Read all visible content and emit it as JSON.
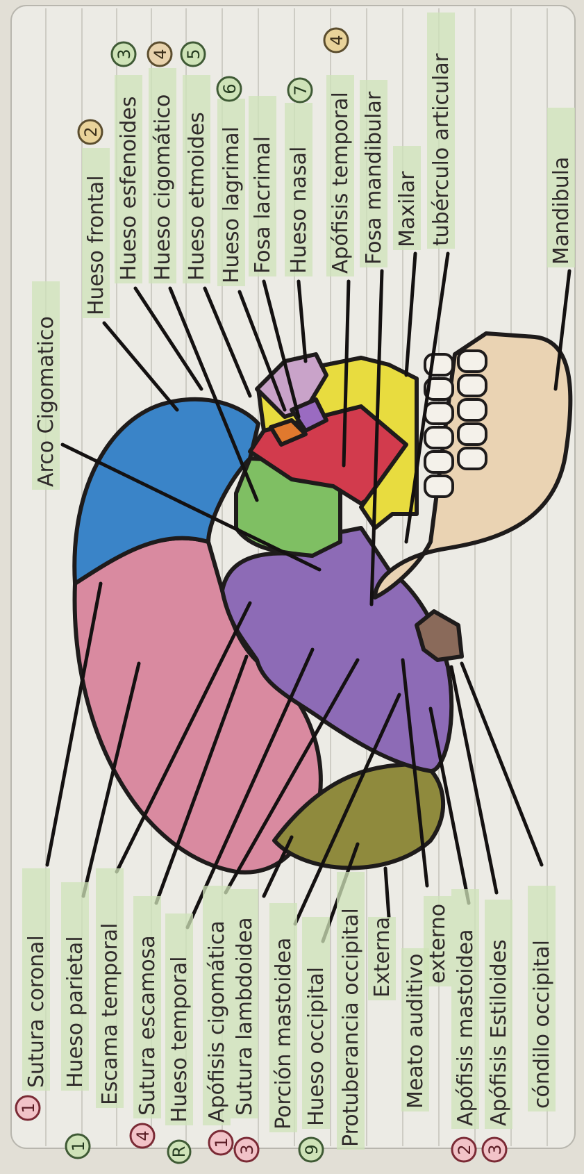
{
  "colors": {
    "paper": "#ecebe5",
    "ruled_line": "#b6b4ad",
    "highlight": "#cfe3b8",
    "parietal": "#d98aa0",
    "frontal": "#3a84c8",
    "temporal": "#8d6bb6",
    "zygomatic": "#7fbf63",
    "maxilla": "#e8dc3f",
    "sphenoid": "#d23b4d",
    "occipital": "#8f8a3d",
    "mandible": "#ead3b3",
    "lacrimal_orange": "#e0792e",
    "nasal_purple": "#9a6bc1",
    "condyle_brown": "#8a6a5a",
    "ink": "#1e1b1b"
  },
  "labels_top": {
    "arco_cigomatico": "Arco Cigomatico",
    "hueso_frontal": "Hueso frontal",
    "hueso_esfenoides": "Hueso esfenoides",
    "hueso_cigomatico": "Hueso cigomático",
    "hueso_etmoides": "Hueso etmoides",
    "hueso_lagrimal": "Hueso lagrimal",
    "fosa_lacrimal": "Fosa lacrimal",
    "hueso_nasal": "Hueso nasal",
    "apofisis_temporal": "Apófisis temporal",
    "fosa_mandibular": "Fosa mandibular",
    "maxilar": "Maxilar",
    "tuberculo_articular": "tubérculo articular",
    "mandibula": "Mandibula"
  },
  "labels_bottom": {
    "sutura_coronal": "Sutura coronal",
    "hueso_parietal": "Hueso parietal",
    "escama_temporal": "Escama temporal",
    "sutura_escamosa": "Sutura escamosa",
    "hueso_temporal": "Hueso temporal",
    "apofisis_cigomatica": "Apófisis cigomática",
    "sutura_lambdoidea": "Sutura lambdoidea",
    "porcion_mastoidea": "Porción mastoidea",
    "hueso_occipital": "Hueso occipital",
    "protuberancia_line1": "Protuberancia occipital",
    "protuberancia_line2": "Externa",
    "meato_line1": "Meato auditivo",
    "meato_line2": "externo",
    "apofisis_mastoidea": "Apófisis mastoidea",
    "apofisis_estiloides": "Apófisis Estiloides",
    "condilo_occipital": "cóndilo occipital"
  },
  "badges": {
    "frontal": "2",
    "esfenoides": "3",
    "cigomatico": "4",
    "etmoides": "5",
    "lagrimal": "6",
    "nasal": "7",
    "temporal_top": "4",
    "sutura_coronal": "1",
    "parietal": "1",
    "sutura_escamosa": "4",
    "r_mark": "R",
    "apofisis_cigomatica": "1",
    "sutura_lambdoidea": "3",
    "occipital": "9",
    "apofisis_mastoidea": "2",
    "apofisis_estiloides": "3"
  }
}
